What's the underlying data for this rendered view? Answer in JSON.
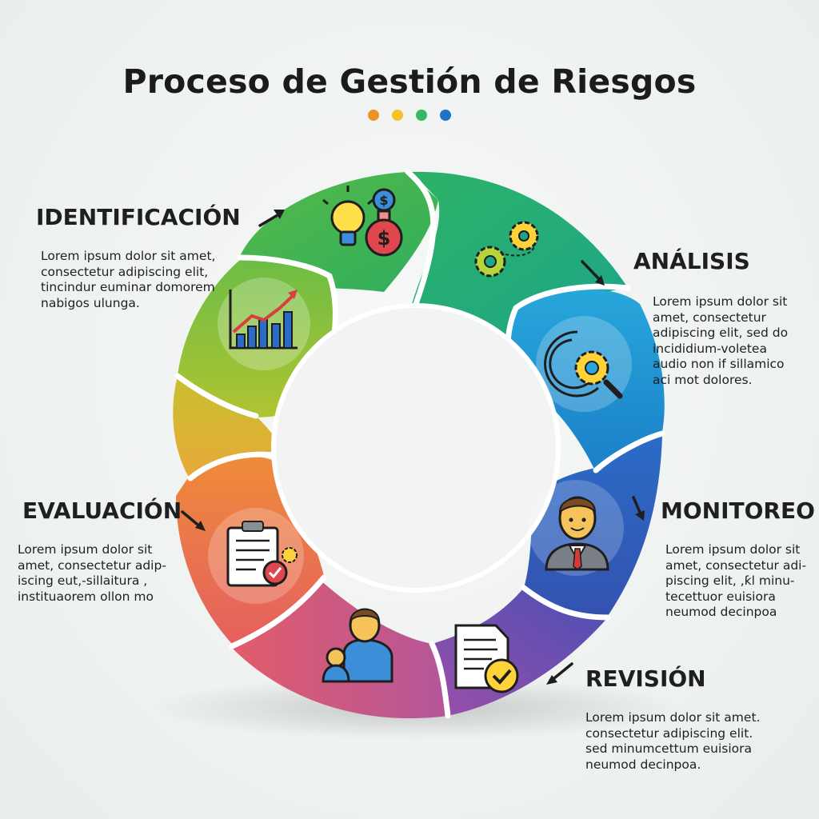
{
  "title": "Proceso de Gestión de Riesgos",
  "title_dots": [
    "#f0922b",
    "#f5c22e",
    "#35b764",
    "#1d73c2"
  ],
  "stages": [
    {
      "key": "identificacion",
      "title": "IDENTIFICACIÓN",
      "description": [
        "Lorem ipsum dolor sit amet,",
        "consectetur adipiscing elit,",
        "tincindur euminar domorem",
        "nabigos ulunga."
      ],
      "icon": "growth-chart-icon"
    },
    {
      "key": "analisis",
      "title": "ANÁLISIS",
      "description": [
        "Lorem ipsum dolor sit",
        "amet, consectetur",
        "adipiscing elit, sed do",
        "incididium-voletea",
        "audio non if sillamico",
        "aci mot dolores."
      ],
      "icon": "search-gear-icon"
    },
    {
      "key": "monitoreo",
      "title": "MONITOREO",
      "description": [
        "Lorem ipsum dolor sit",
        "amet, consectetur adi-",
        "piscing elit, ,ƙl minu-",
        "tecettuor euisiora",
        "neumod decinpoa"
      ],
      "icon": "businessman-icon"
    },
    {
      "key": "revision",
      "title": "REVISIÓN",
      "description": [
        "Lorem ipsum dolor sit amet.",
        "consectetur adipiscing elit.",
        "sed minumcettum euisiora",
        "neumod decinpoa."
      ],
      "icon": "document-check-icon"
    },
    {
      "key": "evaluacion",
      "title": "EVALUACIÓN",
      "description": [
        "Lorem ipsum dolor sit",
        "amet, consectetur adip-",
        "iscing eut,-sillaitura ,",
        "instituaorem ollon mo"
      ],
      "icon": "clipboard-check-icon"
    }
  ],
  "segment_colors": {
    "green_dark": "#21a56a",
    "green": "#47b449",
    "lime": "#9bc53a",
    "yellow": "#d8b227",
    "orange": "#ec8a3f",
    "red": "#e5605e",
    "pink": "#d65a7c",
    "purple": "#8650b0",
    "blue": "#2e5ebd",
    "sky": "#1f92d2"
  }
}
